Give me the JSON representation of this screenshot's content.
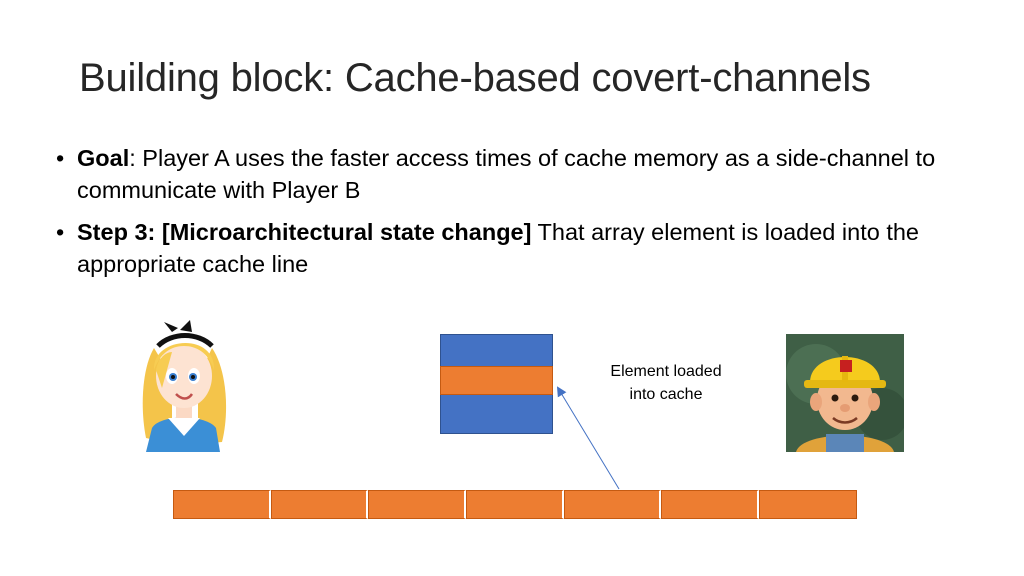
{
  "slide": {
    "title": "Building block: Cache-based covert-channels",
    "bullets": [
      {
        "bold": "Goal",
        "text": ": Player A uses the faster access times of cache memory as a side-channel to communicate with Player B"
      },
      {
        "bold": "Step 3: [Microarchitectural state change]",
        "text": " That array element is loaded into the appropriate cache line"
      }
    ],
    "bullet_glyph": "•"
  },
  "diagram": {
    "annotation_line1": "Element loaded",
    "annotation_line2": "into cache",
    "array_cells": 7,
    "highlighted_cache_line": 2,
    "colors": {
      "cache": "#4472c4",
      "array": "#ed7d31",
      "arrow": "#4472c4"
    },
    "player_a_icon": "player-a-avatar-icon",
    "player_b_icon": "player-b-avatar-icon"
  }
}
